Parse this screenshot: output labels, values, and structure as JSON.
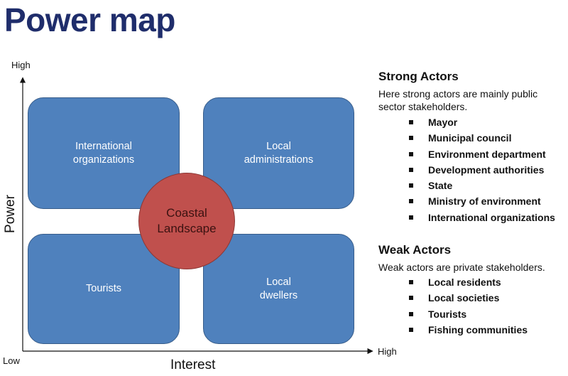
{
  "title": "Power map",
  "axes": {
    "y_high": "High",
    "y_title": "Power",
    "x_low": "Low",
    "x_high": "High",
    "x_title": "Interest"
  },
  "quadrants": {
    "top_left": [
      "International",
      "organizations"
    ],
    "top_right": [
      "Local",
      "administrations"
    ],
    "bottom_left": [
      "Tourists"
    ],
    "bottom_right": [
      "Local",
      "dwellers"
    ]
  },
  "center": [
    "Coastal",
    "Landscape"
  ],
  "strong_actors": {
    "title": "Strong Actors",
    "description": "Here strong actors are mainly public sector stakeholders.",
    "items": [
      "Mayor",
      "Municipal council",
      "Environment department",
      "Development authorities",
      "State",
      "Ministry of environment",
      "International organizations"
    ]
  },
  "weak_actors": {
    "title": "Weak Actors",
    "description": "Weak actors are private stakeholders.",
    "items": [
      "Local residents",
      "Local societies",
      "Tourists",
      "Fishing communities"
    ]
  },
  "colors": {
    "title": "#1f2d6b",
    "quadrant_fill": "#4f81bd",
    "quadrant_border": "#385d8a",
    "center_fill": "#c0504d",
    "center_border": "#8c3836"
  }
}
